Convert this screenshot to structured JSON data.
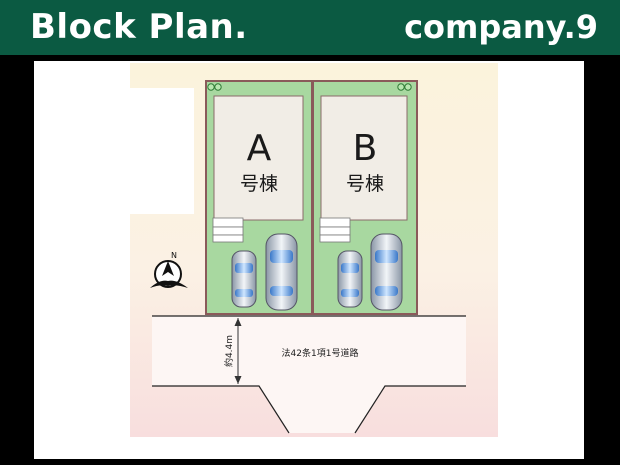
{
  "header": {
    "title": "Block Plan.",
    "company": "company.9"
  },
  "lots": [
    {
      "letter": "A",
      "label": "号棟"
    },
    {
      "letter": "B",
      "label": "号棟"
    }
  ],
  "road": {
    "width_label": "約4.4m",
    "name": "法42条1項1号道路"
  },
  "compass": {
    "north_label": "N"
  },
  "colors": {
    "header_bg": "#0b5a42",
    "lot_green": "#a8d8a0",
    "building": "#f1ede6",
    "lot_border": "#8a5a5a"
  }
}
